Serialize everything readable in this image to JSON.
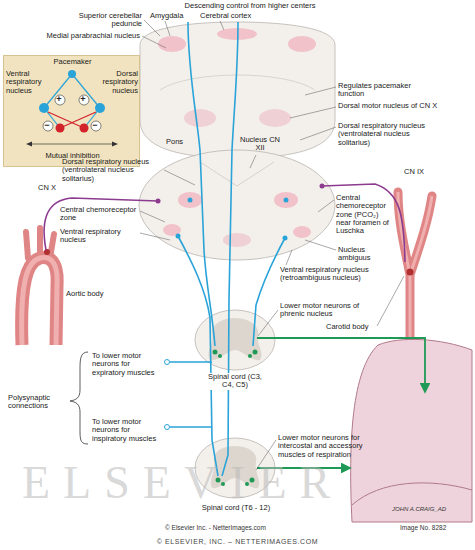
{
  "diagram": {
    "nodes": [
      {
        "text": [
          "Pacemaker",
          "Ventral respiratory nucleus",
          "Dorsal respiratory nucleus",
          "Mutual inhibition"
        ]
      }
    ],
    "labels": [
      "Descending control from higher centers",
      "Superior cerebellar peduncle",
      "Amygdala",
      "Cerebral cortex",
      "Medial parabrachial nucleus",
      "+",
      "+",
      "−",
      "−",
      "Regulates pacemaker function",
      "Dorsal motor nucleus of CN X",
      "Dorsal respiratory nucleus (ventrolateral nucleus solitarius)",
      "Pons",
      "Nucleus CN XII",
      "Dorsal respiratory nucleus (ventrolateral nucleus solitarius)",
      "CN X",
      "CN IX",
      "Central chemoreceptor zone",
      "Ventral respiratory nucleus",
      "Central chemoreceptor zone (PCO₂) near foramen of Luschka",
      "Nucleus ambiguus",
      "Ventral respiratory nucleus (retroambiguus nucleus)",
      "Aortic body",
      "Lower motor neurons of phrenic nucleus",
      "Carotid body",
      "To lower motor neurons for expiratory muscles",
      "Spinal cord (C3, C4, C5)",
      "Polysynaptic connections",
      "To lower motor neurons for inspiratory muscles",
      "Lower motor neurons for intercostal and accessory muscles of respiration",
      "ELSEVIER",
      "Spinal cord (T6 - 12)",
      "JOHN A.CRAIG_AD",
      "© Elsevier Inc. - NetterImages.com",
      "Image No. 8282",
      "© ELSEVIER, INC. – NETTERIMAGES.COM"
    ]
  }
}
